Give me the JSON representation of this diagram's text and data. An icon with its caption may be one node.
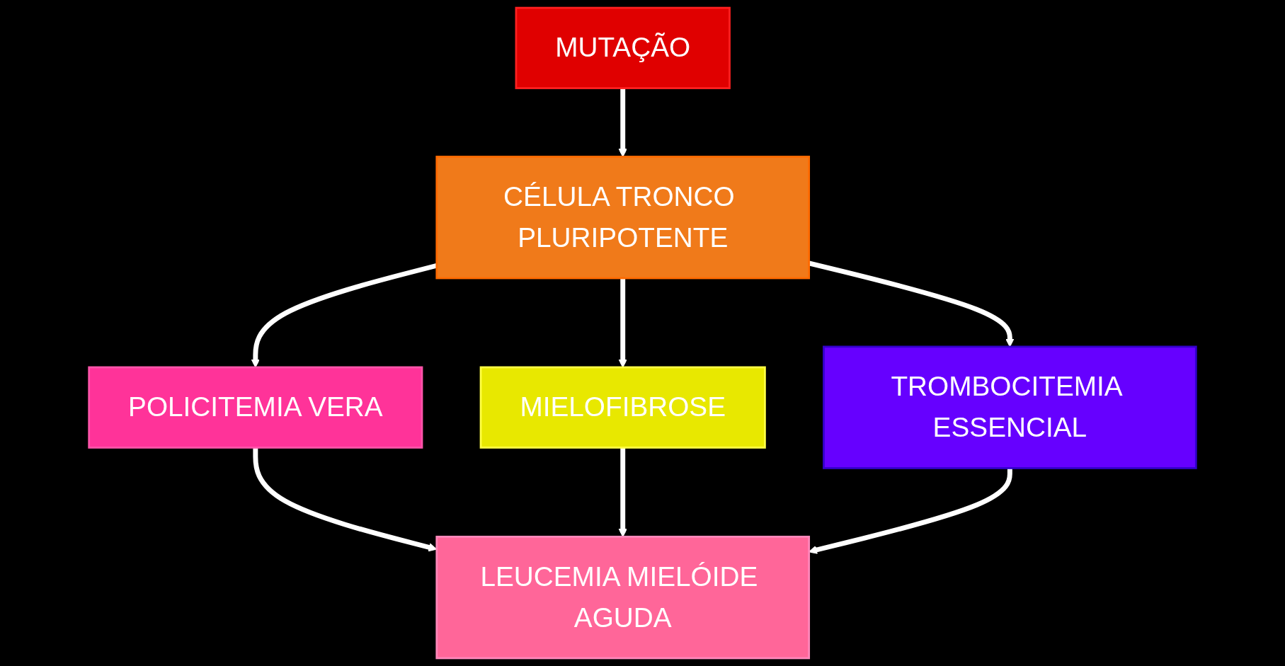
{
  "diagram": {
    "nodes": [
      {
        "text": [
          "MUTAÇÃO"
        ]
      },
      {
        "text": [
          "CÉLULA TRONCO PLURIPOTENTE"
        ]
      },
      {
        "text": [
          "POLICITEMIA VERA"
        ]
      },
      {
        "text": [
          "MIELOFIBROSE"
        ]
      },
      {
        "text": [
          "TROMBOCITEMIA ESSENCIAL"
        ]
      },
      {
        "text": [
          "LEUCEMIA MIELÓIDE AGUDA"
        ]
      }
    ],
    "edges": [
      {
        "from": 0,
        "to": 1,
        "arrow": "to"
      },
      {
        "from": 1,
        "to": 2,
        "arrow": "to"
      },
      {
        "from": 1,
        "to": 3,
        "arrow": "to"
      },
      {
        "from": 1,
        "to": 4,
        "arrow": "to"
      },
      {
        "from": 2,
        "to": 5,
        "arrow": "to"
      },
      {
        "from": 3,
        "to": 5,
        "arrow": "to"
      },
      {
        "from": 4,
        "to": 5,
        "arrow": "to"
      }
    ]
  }
}
